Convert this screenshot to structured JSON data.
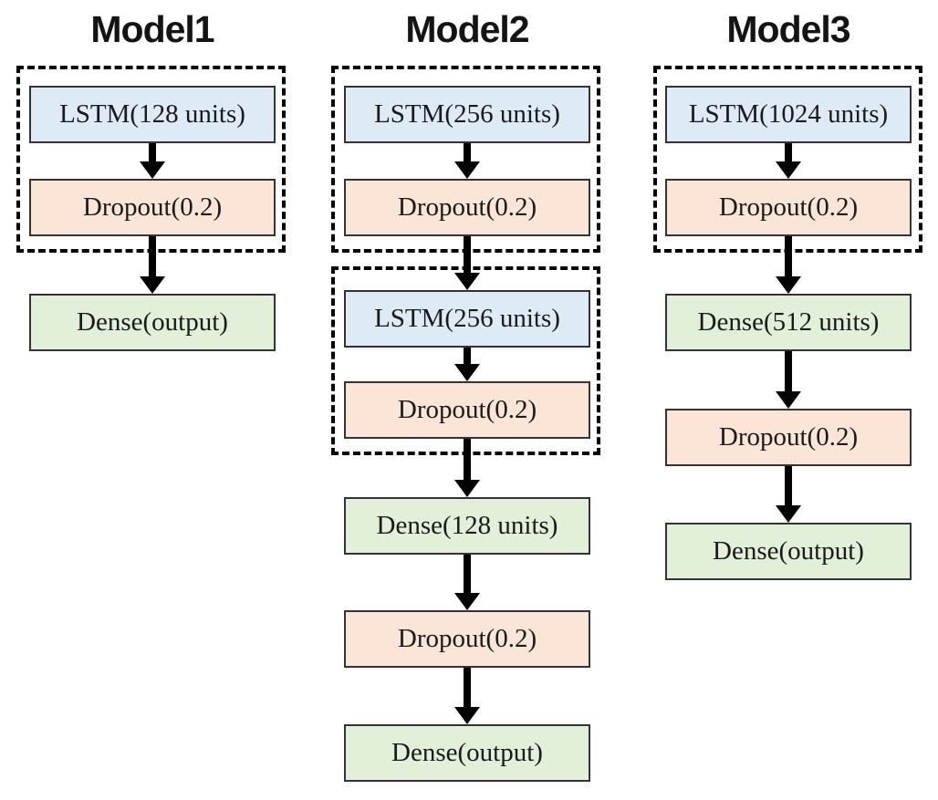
{
  "diagram": {
    "description": "Three LSTM neural network architecture flowcharts",
    "colors": {
      "lstm_fill": "#deebf7",
      "dropout_fill": "#fbe5d6",
      "dense_fill": "#e2f0d9",
      "box_border": "#333333",
      "group_dashed_border": "#000000",
      "arrow": "#000000",
      "title_text": "#141414",
      "box_text": "#1a1a1a",
      "background": "#ffffff"
    },
    "models": [
      {
        "title": "Model1",
        "layers": [
          {
            "type": "lstm",
            "label": "LSTM(128 units)"
          },
          {
            "type": "dropout",
            "label": "Dropout(0.2)"
          },
          {
            "type": "dense",
            "label": "Dense(output)"
          }
        ],
        "dashed_groups": [
          {
            "contains": [
              "LSTM(128 units)",
              "Dropout(0.2)"
            ]
          }
        ]
      },
      {
        "title": "Model2",
        "layers": [
          {
            "type": "lstm",
            "label": "LSTM(256 units)"
          },
          {
            "type": "dropout",
            "label": "Dropout(0.2)"
          },
          {
            "type": "lstm",
            "label": "LSTM(256 units)"
          },
          {
            "type": "dropout",
            "label": "Dropout(0.2)"
          },
          {
            "type": "dense",
            "label": "Dense(128 units)"
          },
          {
            "type": "dropout",
            "label": "Dropout(0.2)"
          },
          {
            "type": "dense",
            "label": "Dense(output)"
          }
        ],
        "dashed_groups": [
          {
            "contains": [
              "LSTM(256 units)",
              "Dropout(0.2)"
            ]
          },
          {
            "contains": [
              "LSTM(256 units)",
              "Dropout(0.2)"
            ]
          }
        ]
      },
      {
        "title": "Model3",
        "layers": [
          {
            "type": "lstm",
            "label": "LSTM(1024 units)"
          },
          {
            "type": "dropout",
            "label": "Dropout(0.2)"
          },
          {
            "type": "dense",
            "label": "Dense(512 units)"
          },
          {
            "type": "dropout",
            "label": "Dropout(0.2)"
          },
          {
            "type": "dense",
            "label": "Dense(output)"
          }
        ],
        "dashed_groups": [
          {
            "contains": [
              "LSTM(1024 units)",
              "Dropout(0.2)"
            ]
          }
        ]
      }
    ]
  }
}
